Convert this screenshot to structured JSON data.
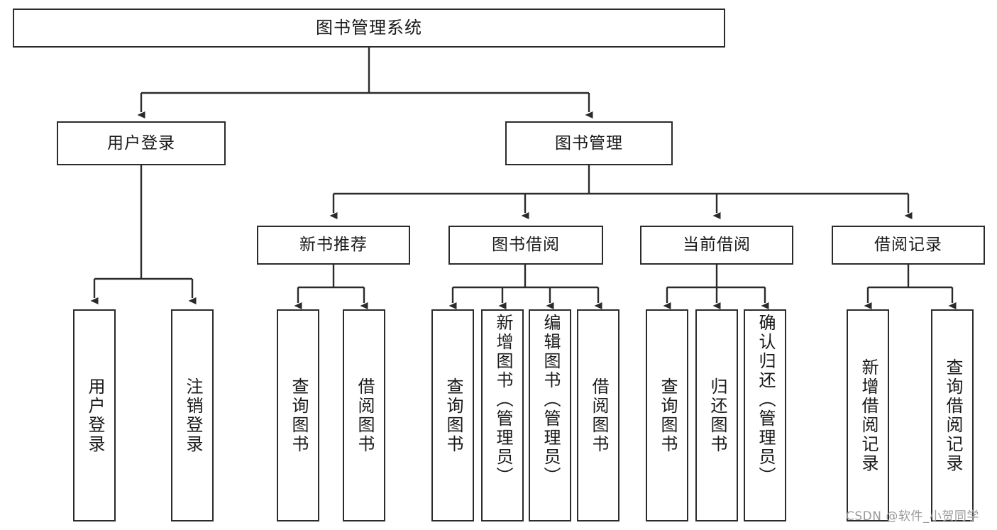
{
  "diagram": {
    "type": "tree-hierarchy-chart",
    "title": "图书管理系统",
    "line_color": "#2b2b2b",
    "box_fill": "#ffffff",
    "text_color": "#1a1a1a",
    "root": {
      "label": "图书管理系统"
    },
    "level1": [
      {
        "label": "用户登录"
      },
      {
        "label": "图书管理"
      }
    ],
    "level2": [
      {
        "label": "新书推荐"
      },
      {
        "label": "图书借阅"
      },
      {
        "label": "当前借阅"
      },
      {
        "label": "借阅记录"
      }
    ],
    "leaves": {
      "user_login": [
        {
          "label": "用户登录",
          "align": "center"
        },
        {
          "label": "注销登录",
          "align": "center"
        }
      ],
      "new_book_recommend": [
        {
          "label": "查询图书",
          "align": "center"
        },
        {
          "label": "借阅图书",
          "align": "center"
        }
      ],
      "book_borrow": [
        {
          "label": "查询图书",
          "align": "center"
        },
        {
          "label": "新增图书（管理员）",
          "align": "top"
        },
        {
          "label": "编辑图书（管理员）",
          "align": "top"
        },
        {
          "label": "借阅图书",
          "align": "center"
        }
      ],
      "current_borrow": [
        {
          "label": "查询图书",
          "align": "center"
        },
        {
          "label": "归还图书",
          "align": "center"
        },
        {
          "label": "确认归还（管理员）",
          "align": "top"
        }
      ],
      "borrow_record": [
        {
          "label": "新增借阅记录",
          "align": "center"
        },
        {
          "label": "查询借阅记录",
          "align": "center"
        }
      ]
    },
    "watermark": "CSDN @软件_小贺同学"
  }
}
